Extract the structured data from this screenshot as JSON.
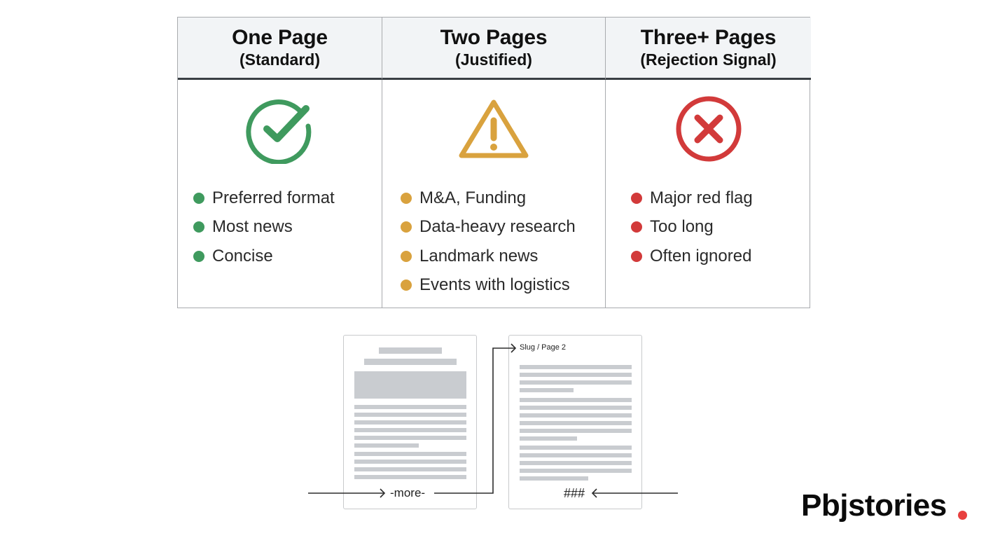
{
  "colors": {
    "success": "#3f9a5e",
    "warning": "#d9a23e",
    "danger": "#d23a3a",
    "header_bg": "#f2f4f6",
    "header_rule": "#3a3f44",
    "placeholder_bar": "#c9ccd0",
    "brand_dot": "#e8403f"
  },
  "table": {
    "columns": [
      {
        "title": "One Page",
        "subtitle": "(Standard)",
        "icon": "check-circle-icon",
        "bullets": [
          "Preferred format",
          "Most news",
          "Concise"
        ]
      },
      {
        "title": "Two Pages",
        "subtitle": "(Justified)",
        "icon": "warning-triangle-icon",
        "bullets": [
          "M&A, Funding",
          "Data-heavy research",
          "Landmark news",
          "Events with logistics"
        ]
      },
      {
        "title": "Three+ Pages",
        "subtitle": "(Rejection Signal)",
        "icon": "x-circle-icon",
        "bullets": [
          "Major red flag",
          "Too long",
          "Often ignored"
        ]
      }
    ]
  },
  "diagram": {
    "page1_footer": "-more-",
    "page2_header": "Slug / Page 2",
    "page2_footer": "###"
  },
  "brand": {
    "name": "Pbjstories"
  }
}
